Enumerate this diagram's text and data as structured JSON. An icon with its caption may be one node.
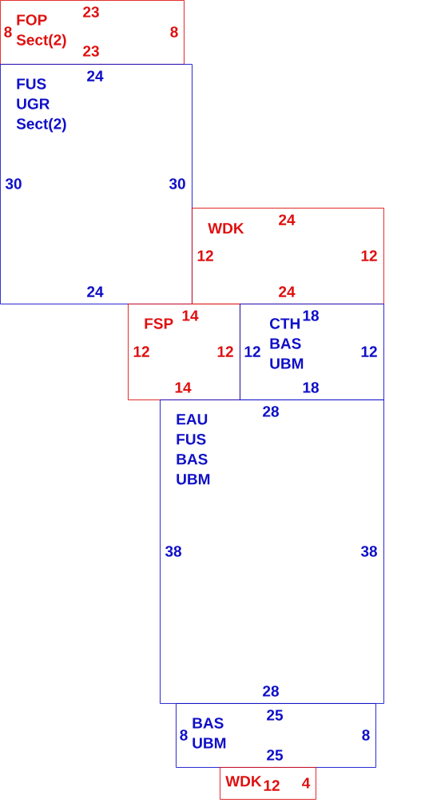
{
  "diagram": {
    "nodes": [
      {
        "text": [
          "FOP Sect(2)",
          "23",
          "23",
          "8",
          "8"
        ]
      },
      {
        "text": [
          "FUS UGR Sect(2)",
          "24",
          "24",
          "30",
          "30"
        ]
      },
      {
        "text": [
          "WDK",
          "24",
          "24",
          "12",
          "12"
        ]
      },
      {
        "text": [
          "FSP",
          "14",
          "14",
          "12",
          "12"
        ]
      },
      {
        "text": [
          "CTH BAS UBM",
          "18",
          "18",
          "12",
          "12"
        ]
      },
      {
        "text": [
          "EAU FUS BAS UBM",
          "28",
          "28",
          "38",
          "38"
        ]
      },
      {
        "text": [
          "BAS UBM",
          "25",
          "25",
          "8",
          "8"
        ]
      },
      {
        "text": [
          "WDK",
          "12",
          "4"
        ]
      }
    ]
  }
}
